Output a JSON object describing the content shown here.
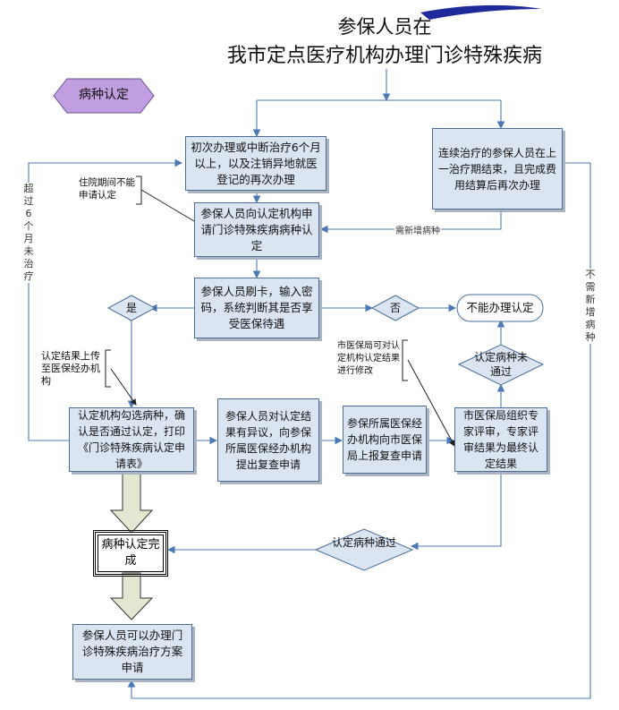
{
  "title": {
    "line1": "参保人员在",
    "line2": "我市定点医疗机构办理门诊特殊疾病"
  },
  "badge": "病种认定",
  "nodes": {
    "first_handle": "初次办理或中断治疗6个月以上，以及注销异地就医登记的再次办理",
    "continuous": "连续治疗的参保人员在上一治疗期结束，且完成费用结算后再次办理",
    "apply": "参保人员向认定机构申请门诊特殊疾病病种认定",
    "swipe": "参保人员刷卡，输入密码，系统判断其是否享受医保待遇",
    "yes": "是",
    "no": "否",
    "cannot": "不能办理认定",
    "select": "认定机构勾选病种，确认是否通过认定，打印《门诊特殊疾病认定申请表》",
    "objection": "参保人员对认定结果有异议，向参保所属医保经办机构 提出复查申请",
    "report": "参保所属医保经办机构向市医保局上报复查申请",
    "review": "市医保局组织专家评审，专家评审结果为最终认定结果",
    "not_pass": "认定病种未通过",
    "pass": "认定病种通过",
    "complete": "病种认定完成",
    "plan": "参保人员可以办理门诊特殊疾病治疗方案申请"
  },
  "notes": {
    "hospital": "住院期间不能申请认定",
    "upload": "认定结果上传至医保经办机构",
    "modify": "市医保局可对认定机构认定结果进行修改"
  },
  "edge_labels": {
    "new_disease": "需新增病种",
    "over6": "超过6个月未治疗",
    "no_new": "不需新增病种"
  },
  "colors": {
    "box_fill": "#dbe5f1",
    "box_border": "#4a6e98",
    "line": "#4a7ab5",
    "badge": "#c09ee0",
    "arrow_fill": "#e4e6d2"
  }
}
